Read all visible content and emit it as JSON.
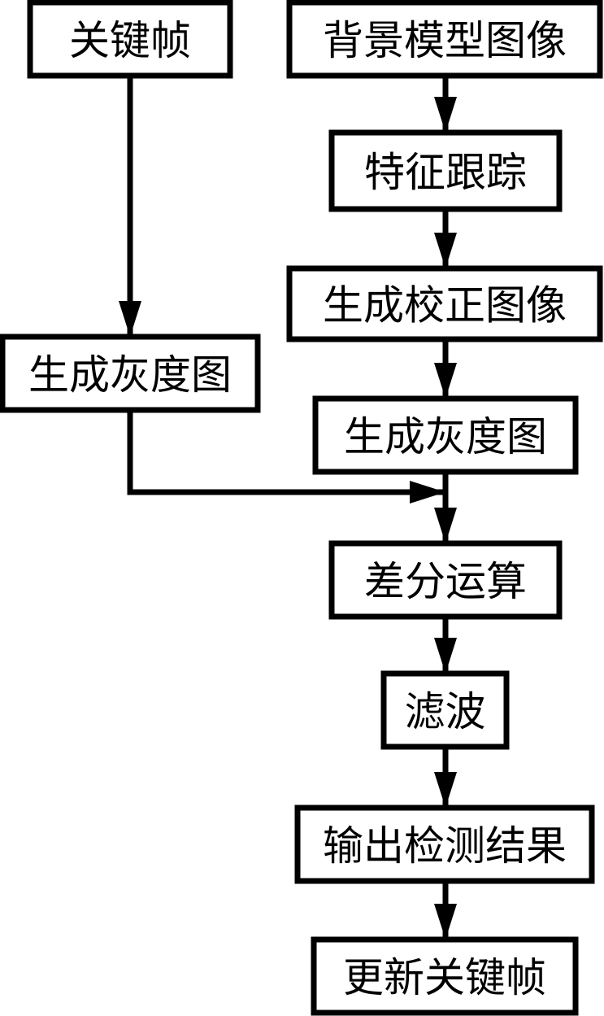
{
  "diagram": {
    "type": "flowchart",
    "nodes": [
      {
        "id": "keyframe",
        "label": "关键帧"
      },
      {
        "id": "background",
        "label": "背景模型图像"
      },
      {
        "id": "feature_tracking",
        "label": "特征跟踪"
      },
      {
        "id": "corrected_image",
        "label": "生成校正图像"
      },
      {
        "id": "gray_left",
        "label": "生成灰度图"
      },
      {
        "id": "gray_right",
        "label": "生成灰度图"
      },
      {
        "id": "difference",
        "label": "差分运算"
      },
      {
        "id": "filter",
        "label": "滤波"
      },
      {
        "id": "output",
        "label": "输出检测结果"
      },
      {
        "id": "update_keyframe",
        "label": "更新关键帧"
      }
    ],
    "edges": [
      {
        "from": "keyframe",
        "to": "gray_left"
      },
      {
        "from": "background",
        "to": "feature_tracking"
      },
      {
        "from": "feature_tracking",
        "to": "corrected_image"
      },
      {
        "from": "corrected_image",
        "to": "gray_right"
      },
      {
        "from": "gray_left",
        "to": "difference"
      },
      {
        "from": "gray_right",
        "to": "difference"
      },
      {
        "from": "difference",
        "to": "filter"
      },
      {
        "from": "filter",
        "to": "output"
      },
      {
        "from": "output",
        "to": "update_keyframe"
      }
    ],
    "colors": {
      "stroke": "#000000",
      "fill": "#ffffff",
      "text": "#000000"
    }
  }
}
